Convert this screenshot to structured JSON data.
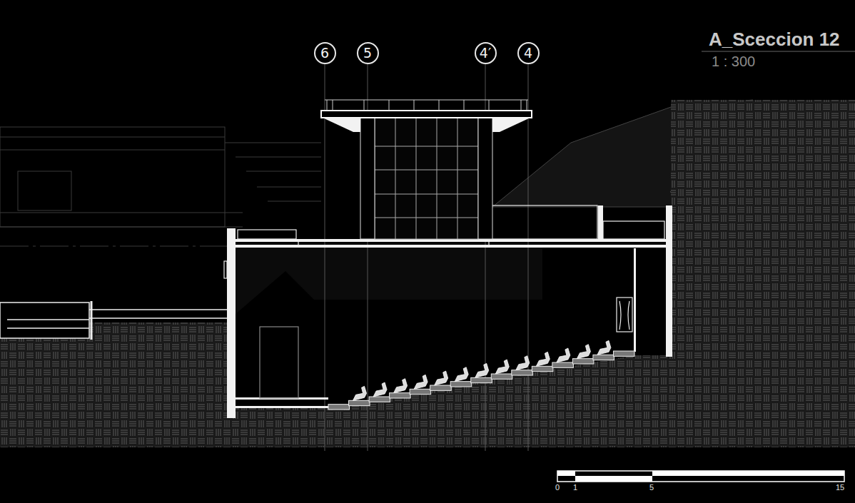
{
  "diagram": {
    "title": "A_Sceccion 12",
    "nodes": [
      {
        "text": [
          "6"
        ]
      },
      {
        "text": [
          "5"
        ]
      },
      {
        "text": [
          "4′"
        ]
      },
      {
        "text": [
          "4"
        ]
      }
    ],
    "labels": [
      "1 : 300",
      "0",
      "1",
      "5",
      "15"
    ]
  }
}
